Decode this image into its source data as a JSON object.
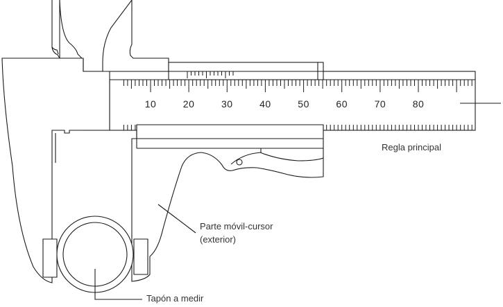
{
  "diagram": {
    "scale_numbers": [
      "10",
      "20",
      "30",
      "40",
      "50",
      "60",
      "70",
      "80"
    ],
    "labels": {
      "main_ruler": "Regla principal",
      "sliding_part_line1": "Parte móvil-cursor",
      "sliding_part_line2": "(exterior)",
      "measured_plug": "Tapón a medir"
    }
  }
}
